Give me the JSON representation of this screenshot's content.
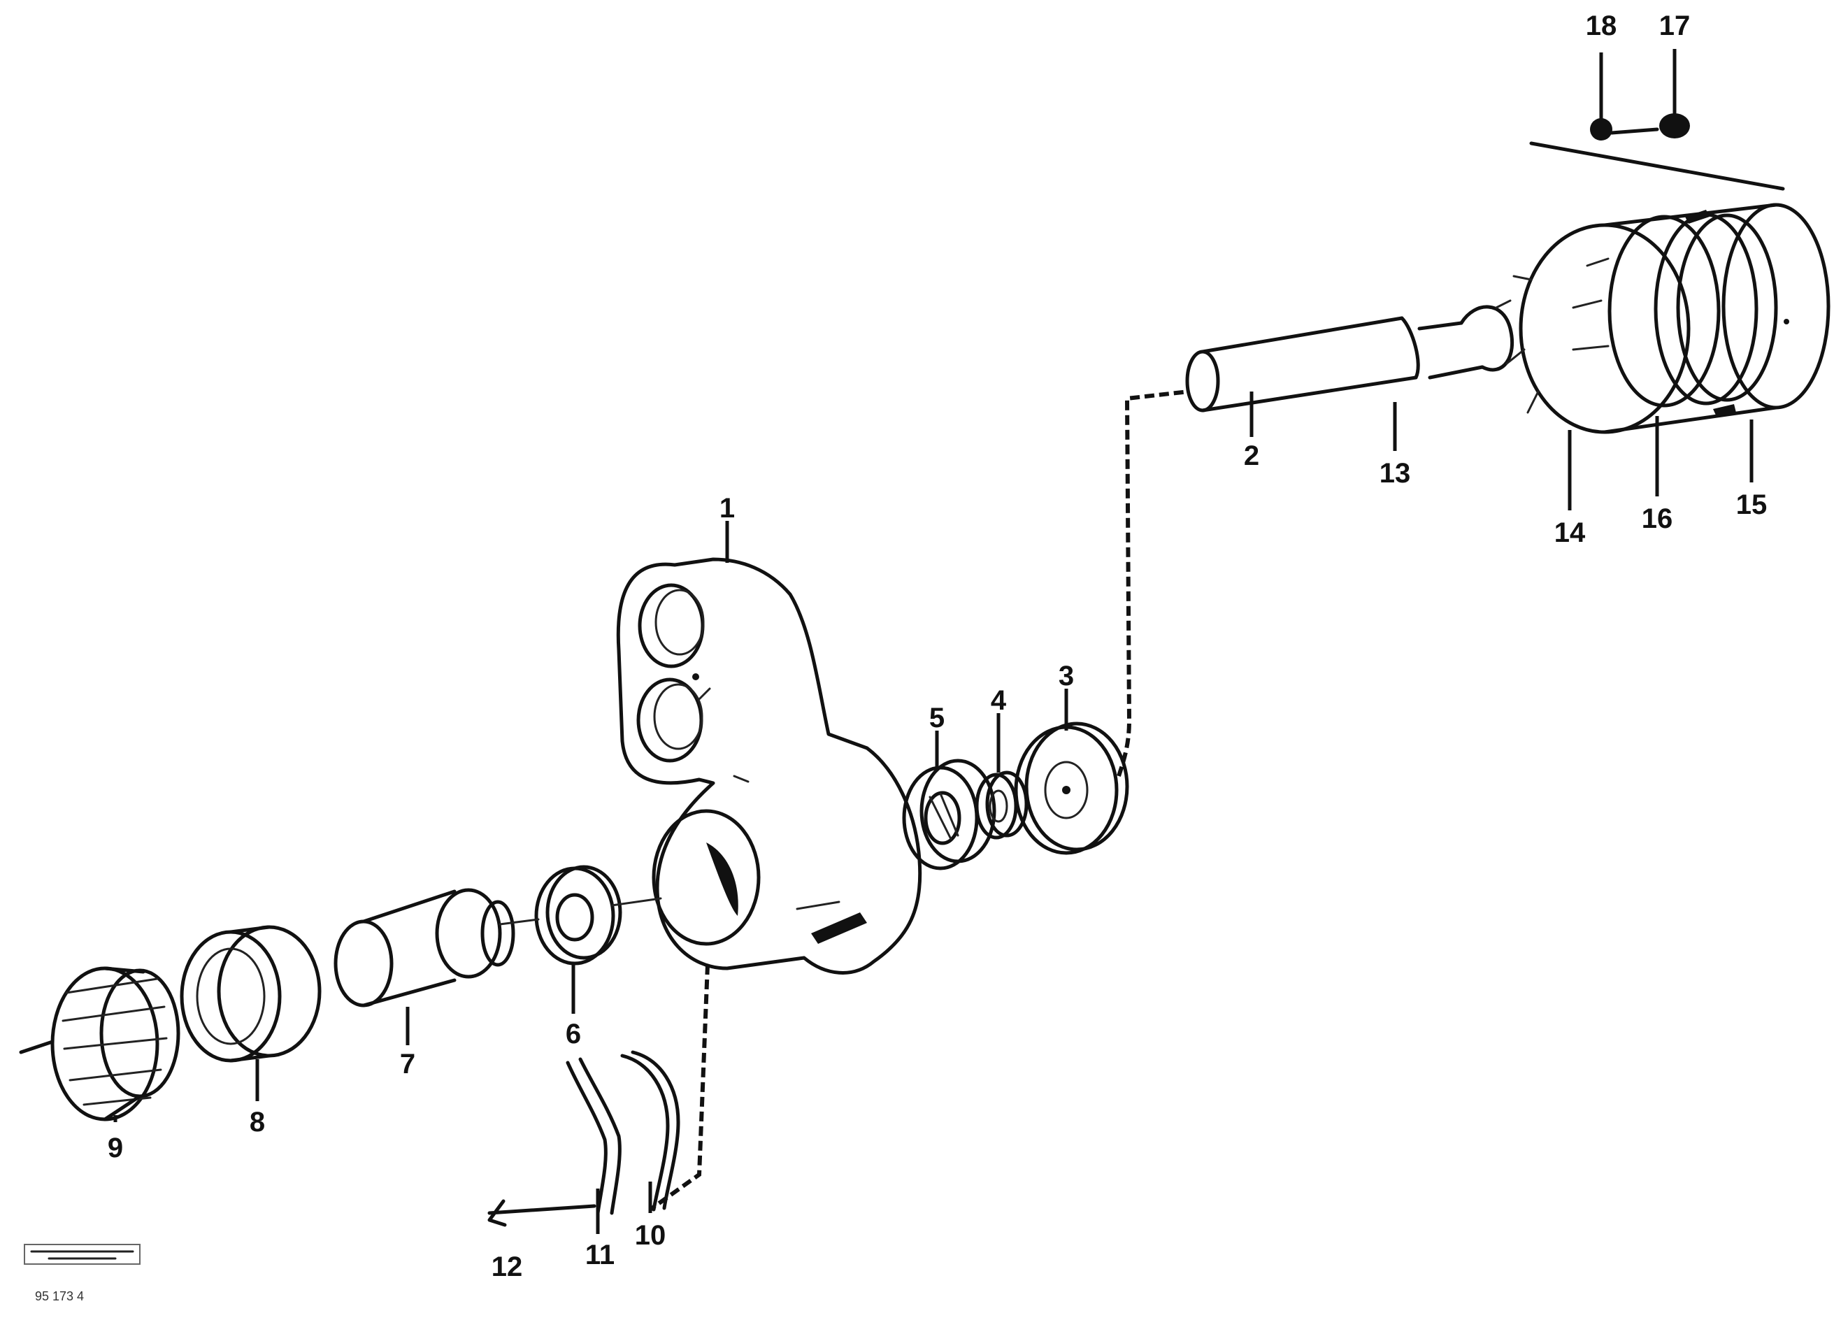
{
  "diagram": {
    "callouts": [
      {
        "id": "c1",
        "text": "1"
      },
      {
        "id": "c2",
        "text": "2"
      },
      {
        "id": "c3",
        "text": "3"
      },
      {
        "id": "c4",
        "text": "4"
      },
      {
        "id": "c5",
        "text": "5"
      },
      {
        "id": "c6",
        "text": "6"
      },
      {
        "id": "c7",
        "text": "7"
      },
      {
        "id": "c8",
        "text": "8"
      },
      {
        "id": "c9",
        "text": "9"
      },
      {
        "id": "c10",
        "text": "10"
      },
      {
        "id": "c11",
        "text": "11"
      },
      {
        "id": "c12",
        "text": "12"
      },
      {
        "id": "c13",
        "text": "13"
      },
      {
        "id": "c14",
        "text": "14"
      },
      {
        "id": "c15",
        "text": "15"
      },
      {
        "id": "c16",
        "text": "16"
      },
      {
        "id": "c17",
        "text": "17"
      },
      {
        "id": "c18",
        "text": "18"
      }
    ],
    "drawing_code": "95 173 4"
  }
}
